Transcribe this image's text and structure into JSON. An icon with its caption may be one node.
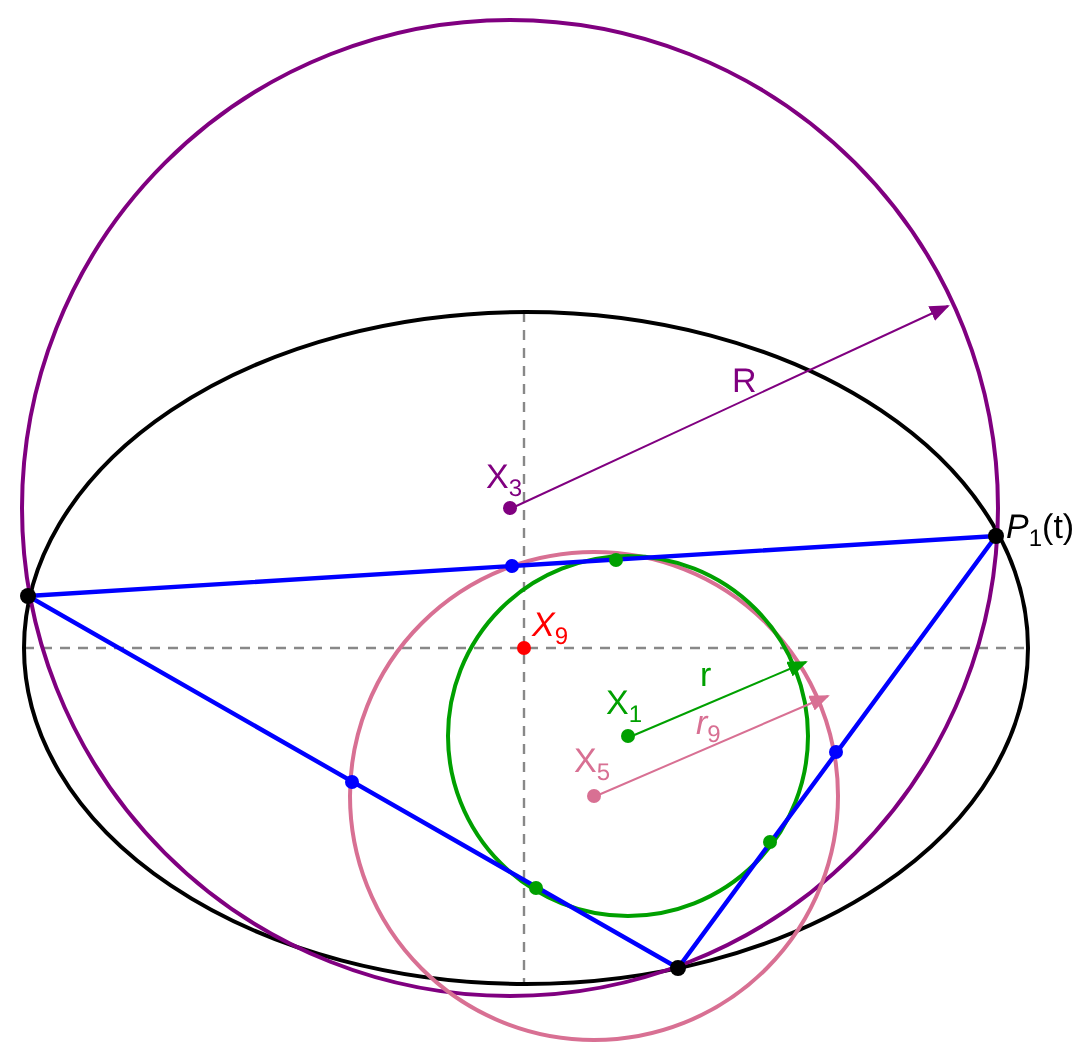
{
  "diagram": {
    "labels": [
      "R",
      "X$_{3}$",
      "*P*$_{1}$(t)",
      "*X*$_{9}$",
      "r",
      "X$_{1}$",
      "*r*$_{9}$",
      "X$_{5}$"
    ]
  }
}
